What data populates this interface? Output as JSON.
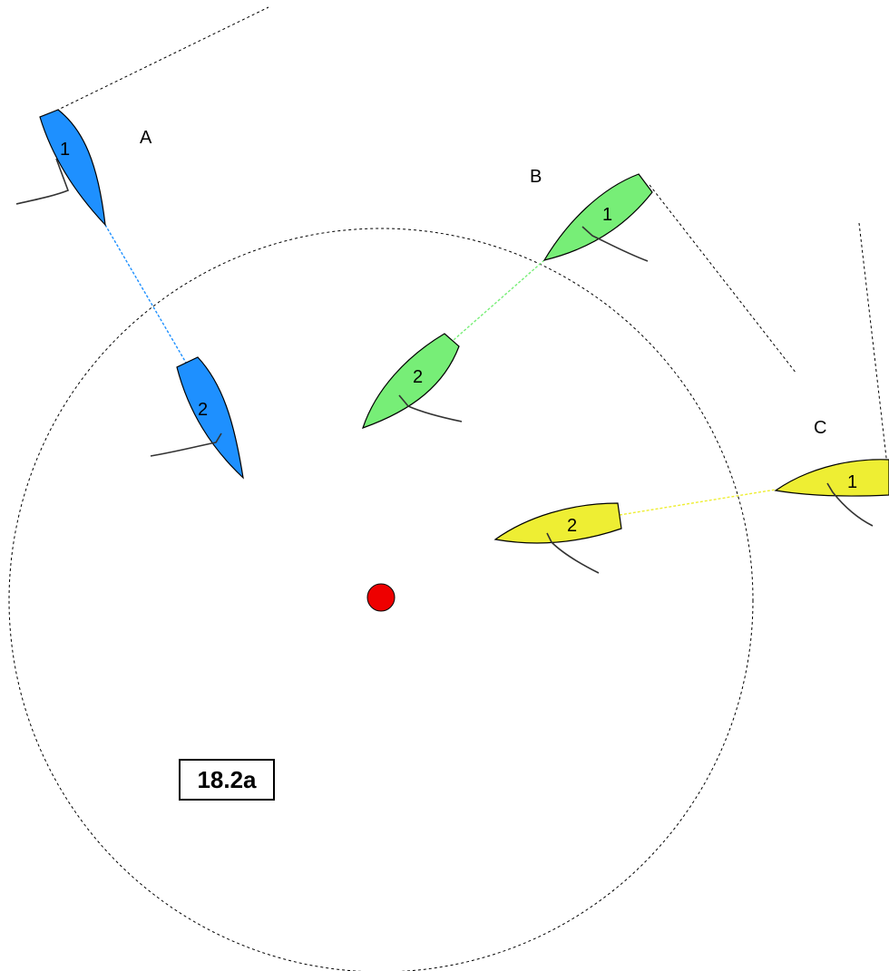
{
  "figure_label": "18.2a",
  "colors": {
    "group_a": "#1e90ff",
    "group_b": "#77ee77",
    "group_c": "#eeee33",
    "mark": "#ee0000",
    "outline": "#000000"
  },
  "groups": [
    {
      "id": "A",
      "label": "A",
      "color_key": "group_a",
      "boats": [
        "1",
        "2"
      ]
    },
    {
      "id": "B",
      "label": "B",
      "color_key": "group_b",
      "boats": [
        "1",
        "2"
      ]
    },
    {
      "id": "C",
      "label": "C",
      "color_key": "group_c",
      "boats": [
        "1",
        "2"
      ]
    }
  ],
  "mark": {
    "shape": "circle",
    "zone": "dotted circle"
  }
}
